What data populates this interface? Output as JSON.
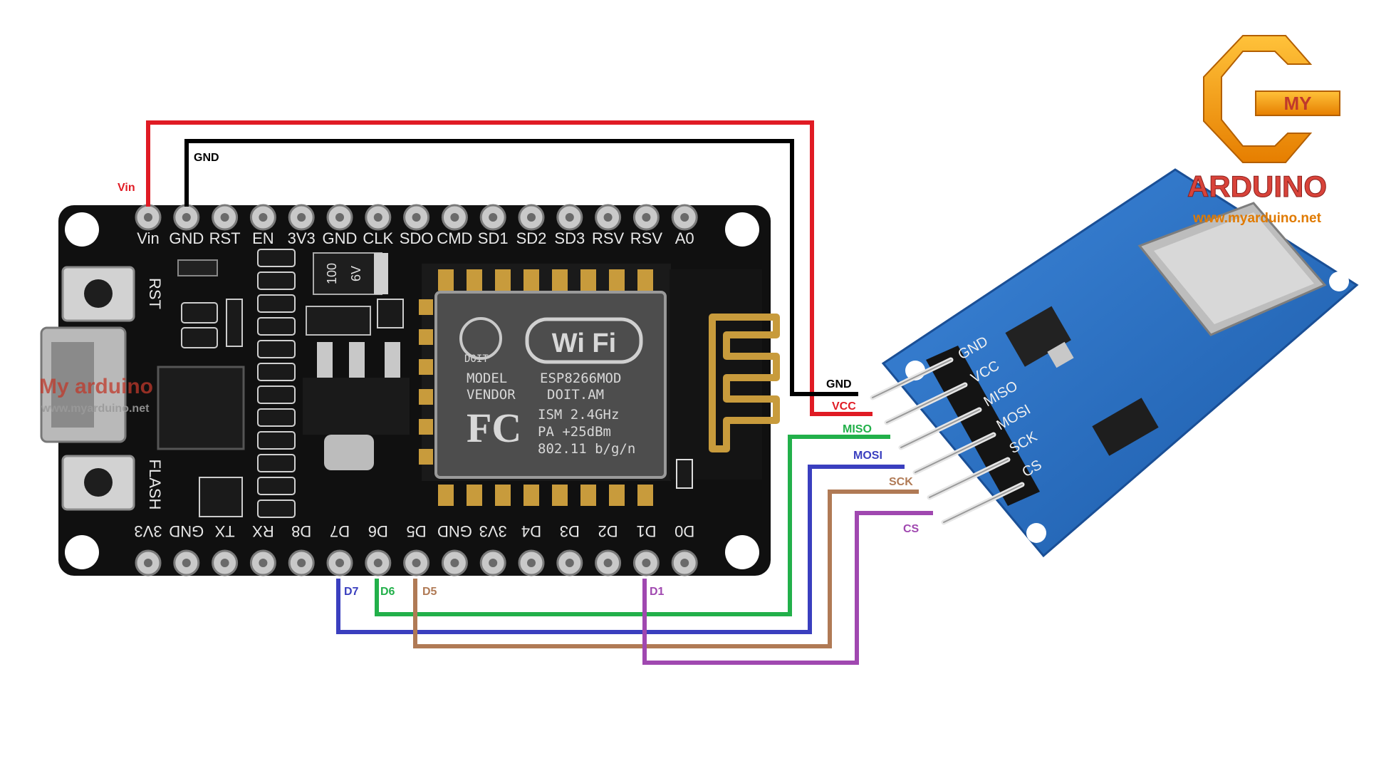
{
  "nodemcu": {
    "top_pins": [
      "Vin",
      "GND",
      "RST",
      "EN",
      "3V3",
      "GND",
      "CLK",
      "SDO",
      "CMD",
      "SD1",
      "SD2",
      "SD3",
      "RSV",
      "RSV",
      "A0"
    ],
    "bottom_pins": [
      "3V3",
      "GND",
      "TX",
      "RX",
      "D8",
      "D7",
      "D6",
      "D5",
      "GND",
      "3V3",
      "D4",
      "D3",
      "D2",
      "D1",
      "D0"
    ],
    "button_rst": "RST",
    "button_flash": "FLASH",
    "cap_text": "100",
    "cap_voltage": "6V",
    "module": {
      "brand": "DOIT",
      "wifi": "Wi Fi",
      "model": "MODEL",
      "model_value": "ESP8266MOD",
      "vendor": "VENDOR",
      "vendor_value": "DOIT.AM",
      "fcc": "FC",
      "ism": "ISM  2.4GHz",
      "pa": "PA  +25dBm",
      "standard": "802.11 b/g/n"
    }
  },
  "sd_module": {
    "pins": [
      "GND",
      "VCC",
      "MISO",
      "MOSI",
      "SCK",
      "CS"
    ]
  },
  "wires": [
    {
      "name": "Vin",
      "color": "#e01b24"
    },
    {
      "name": "GND",
      "color": "#000000"
    },
    {
      "name": "D7",
      "color": "#3a3fbf"
    },
    {
      "name": "D6",
      "color": "#22b04a"
    },
    {
      "name": "D5",
      "color": "#b07a55"
    },
    {
      "name": "D1",
      "color": "#a048b0"
    }
  ],
  "sd_labels": [
    {
      "name": "GND",
      "color": "#000000"
    },
    {
      "name": "VCC",
      "color": "#e01b24"
    },
    {
      "name": "MISO",
      "color": "#22b04a"
    },
    {
      "name": "MOSI",
      "color": "#3a3fbf"
    },
    {
      "name": "SCK",
      "color": "#b07a55"
    },
    {
      "name": "CS",
      "color": "#a048b0"
    }
  ],
  "watermark": {
    "text": "My arduino",
    "url": "www.myarduino.net"
  },
  "logo": {
    "my": "MY",
    "arduino": "ARDUINO",
    "url": "www.myarduino.net"
  }
}
